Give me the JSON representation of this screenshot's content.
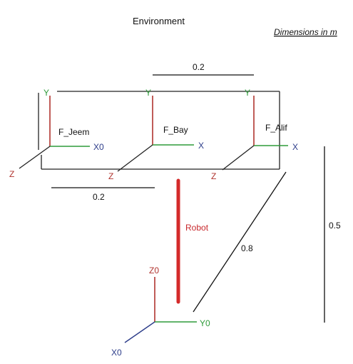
{
  "title": "Environment",
  "dimensions_note": "Dimensions in m",
  "frames": {
    "jeem": {
      "name": "F_Jeem",
      "x": "X0",
      "y": "Y",
      "z": "Z"
    },
    "bay": {
      "name": "F_Bay",
      "x": "X",
      "y": "Y",
      "z": "Z"
    },
    "alif": {
      "name": "F_Alif",
      "x": "X",
      "y": "Y",
      "z": "Z"
    }
  },
  "base_frame": {
    "x": "X0",
    "y": "Y0",
    "z": "Z0"
  },
  "robot_label": "Robot",
  "dimensions": {
    "top_spacing": "0.2",
    "bottom_spacing": "0.2",
    "diagonal": "0.8",
    "vertical": "0.5"
  },
  "colors": {
    "x_axis": "#2d3d8a",
    "y_axis": "#2e9b3a",
    "z_axis": "#b0342f",
    "robot": "#d42a2a",
    "frame_box": "#222222",
    "dimension_line": "#111111"
  }
}
